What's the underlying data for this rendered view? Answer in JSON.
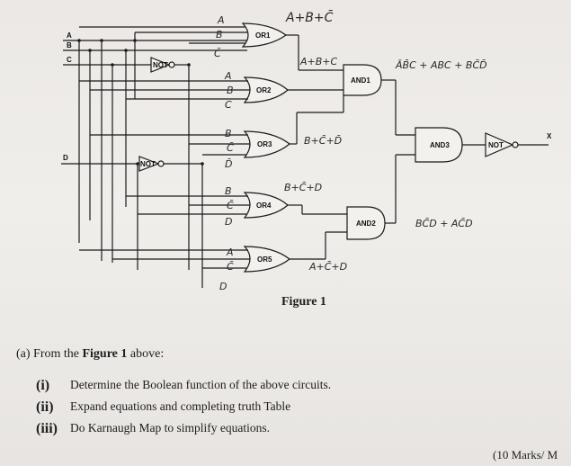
{
  "diagram": {
    "figure_caption": "Figure 1",
    "inputs": {
      "a": "A",
      "b": "B",
      "c": "C",
      "d": "D"
    },
    "output": "X",
    "gates": {
      "not_c": "NOT",
      "not_d": "NOT",
      "or1": "OR1",
      "or2": "OR2",
      "or3": "OR3",
      "or4": "OR4",
      "or5": "OR5",
      "and1": "AND1",
      "and2": "AND2",
      "and3": "AND3",
      "not_out": "NOT"
    },
    "annotations": {
      "or1_out": "A+B+C̄",
      "or2_out": "A+B+C",
      "or3_out": "B+C̄+D̄",
      "or4_out": "B+C̄+D",
      "or5_out": "A+C̄+D",
      "and1_out": "ĀB̄C + ABC + BC̄D̄",
      "and2_out": "BC̄D + AC̄D",
      "or1_in_a": "A",
      "or1_in_b": "B",
      "or1_in_c": "C̄",
      "or2_in_a": "A",
      "or2_in_b": "B",
      "or2_in_c": "C",
      "or3_in_b": "B",
      "or3_in_c": "C̄",
      "or3_in_d": "D̄",
      "or4_in_b": "B",
      "or4_in_c": "C̄",
      "or4_in_d": "D",
      "or5_in_a": "A",
      "or5_in_c": "C̄",
      "or5_in_d": "D"
    }
  },
  "question": {
    "title_prefix": "(a) From the ",
    "title_bold": "Figure 1",
    "title_suffix": " above:",
    "items": [
      {
        "num": "(i)",
        "text": "Determine the Boolean function of the above circuits."
      },
      {
        "num": "(ii)",
        "text": "Expand equations and completing truth Table"
      },
      {
        "num": "(iii)",
        "text": "Do Karnaugh Map to simplify equations."
      }
    ],
    "marks": "(10 Marks/ M"
  }
}
